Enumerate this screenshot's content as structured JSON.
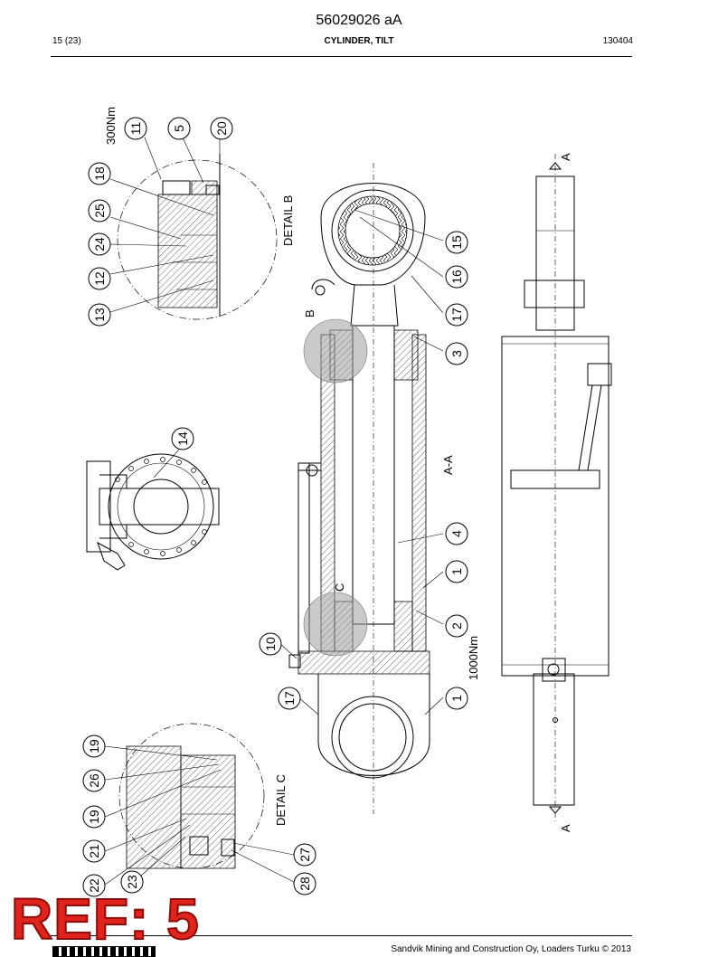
{
  "header": {
    "doc_number": "56029026 aA",
    "page": "15 (23)",
    "title": "CYLINDER, TILT",
    "date_code": "130404"
  },
  "labels": {
    "detail_b": "DETAIL B",
    "detail_c": "DETAIL C",
    "section": "A-A",
    "section_mark_top": "A",
    "section_mark_bottom": "A",
    "mark_b": "B",
    "mark_c": "C",
    "torque_300": "300Nm",
    "torque_1000": "1000Nm"
  },
  "callouts": [
    "11",
    "5",
    "20",
    "18",
    "25",
    "24",
    "12",
    "13",
    "14",
    "15",
    "16",
    "17",
    "3",
    "4",
    "1",
    "2",
    "10",
    "17",
    "1",
    "19",
    "26",
    "19",
    "21",
    "22",
    "23",
    "27",
    "28"
  ],
  "footer": {
    "copyright": "Sandvik Mining and Construction Oy, Loaders Turku © 2013"
  },
  "stamp": {
    "text": "REF: 5",
    "color": "#e0231c"
  }
}
